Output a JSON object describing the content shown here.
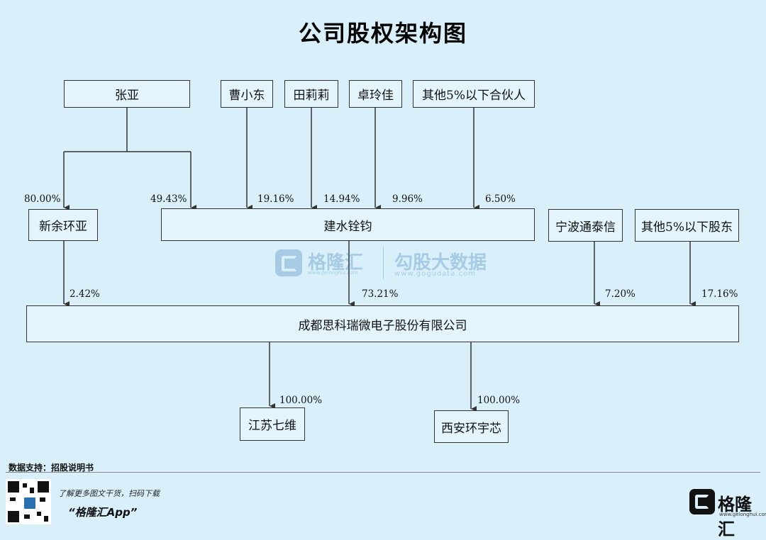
{
  "title": "公司股权架构图",
  "nodes": {
    "zhang_ya": "张亚",
    "cao_xiaodong": "曹小东",
    "tian_lili": "田莉莉",
    "zhuo_lingjia": "卓玲佳",
    "other_partners": "其他5%以下合伙人",
    "xinyu_huanya": "新余环亚",
    "jianshui_quanjun": "建水铨钧",
    "ningbo_tongtaixin": "宁波通泰信",
    "other_shareholders": "其他5%以下股东",
    "company": "成都思科瑞微电子股份有限公司",
    "jiangsu_qiwei": "江苏七维",
    "xian_huanyuxin": "西安环宇芯"
  },
  "edges": {
    "zhang_to_xinyu": "80.00%",
    "zhang_to_jianshui": "49.43%",
    "cao_to_jianshui": "19.16%",
    "tian_to_jianshui": "14.94%",
    "zhuo_to_jianshui": "9.96%",
    "partners_to_jianshui": "6.50%",
    "xinyu_to_company": "2.42%",
    "jianshui_to_company": "73.21%",
    "ningbo_to_company": "7.20%",
    "others_to_company": "17.16%",
    "company_to_jiangsu": "100.00%",
    "company_to_xian": "100.00%"
  },
  "watermark": {
    "name": "格隆汇",
    "name_url": "www.gelonghui.com",
    "brand": "勾股大数据",
    "brand_url": "www.gogudata.com"
  },
  "footer": {
    "source": "数据支持：招股说明书",
    "promo": "了解更多图文干货，扫码下载",
    "app": "“格隆汇App”",
    "brand_name": "格隆汇",
    "brand_url": "www.gelonghui.com",
    "qr_icon": "qr-code-icon",
    "logo_icon": "gelonghui-logo-icon"
  },
  "colors": {
    "background": "#d9f0fb",
    "line": "#333333",
    "watermark": "#2a6fb0"
  }
}
